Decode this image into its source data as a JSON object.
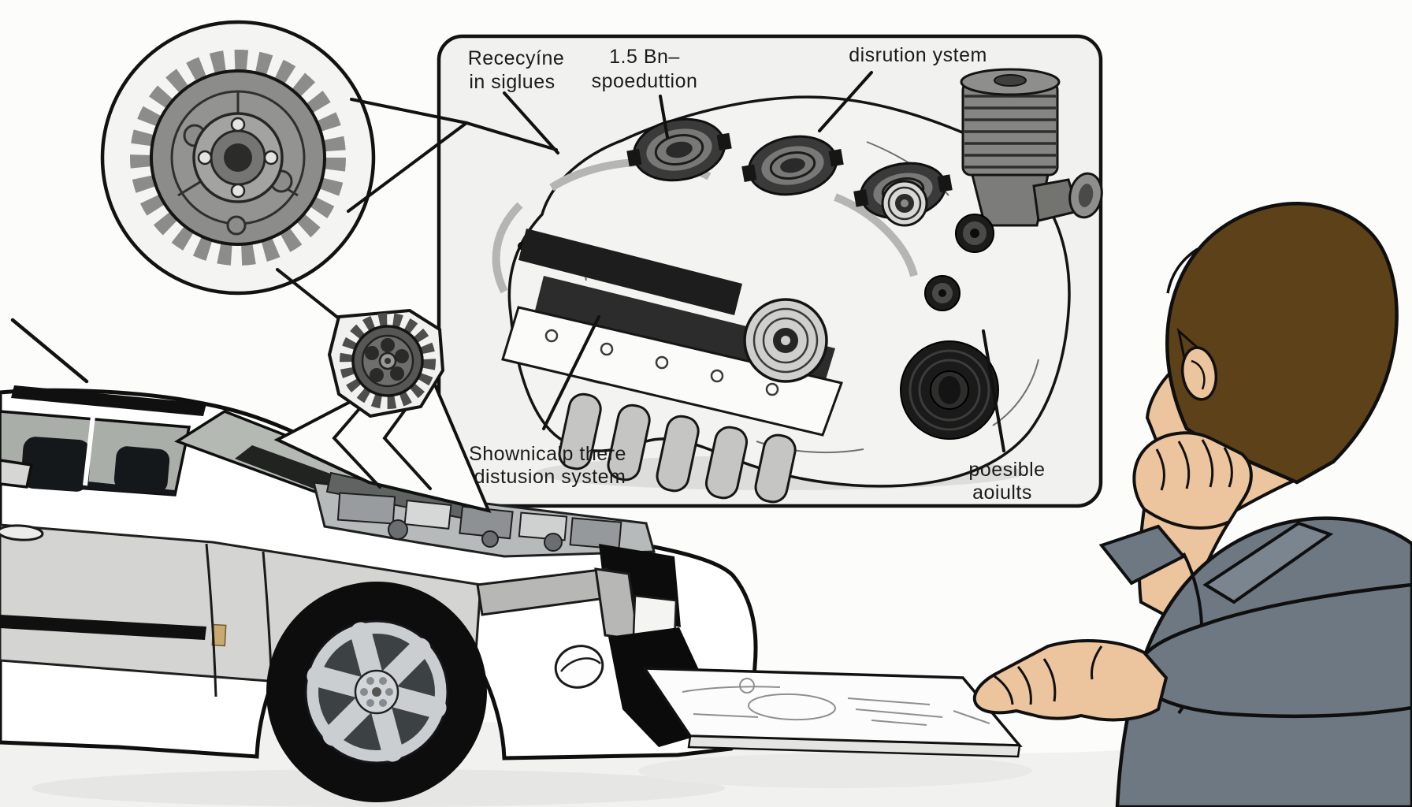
{
  "diagram_panel": {
    "labels": [
      {
        "id": "top-left",
        "lines": [
          "Rececyíne",
          "in siglues"
        ]
      },
      {
        "id": "top-center",
        "lines": [
          "1.5 Bn–",
          "spoeduttion"
        ]
      },
      {
        "id": "top-right",
        "lines": [
          "disrution ystem"
        ]
      },
      {
        "id": "bottom-left",
        "lines": [
          "Shownicalp there",
          "distusion system"
        ]
      },
      {
        "id": "bottom-right",
        "lines": [
          "poesible",
          "aoiults"
        ]
      }
    ]
  },
  "colors": {
    "background": "#fcfcfb",
    "panel_fill": "#f1f1ef",
    "outline": "#121212",
    "gear_gray": "#8c8c8a",
    "engine_light": "#f3f3f1",
    "engine_dark": "#2c2c2c",
    "car_body": "#ffffff",
    "car_lower_panel": "#d4d4d2",
    "tire_black": "#0d0d0d",
    "rim_silver": "#cdd1d3",
    "skin": "#ecc49d",
    "hair_brown": "#5d4118",
    "jacket_gray": "#6e7882",
    "floor_shadow": "#e9e9e7"
  }
}
